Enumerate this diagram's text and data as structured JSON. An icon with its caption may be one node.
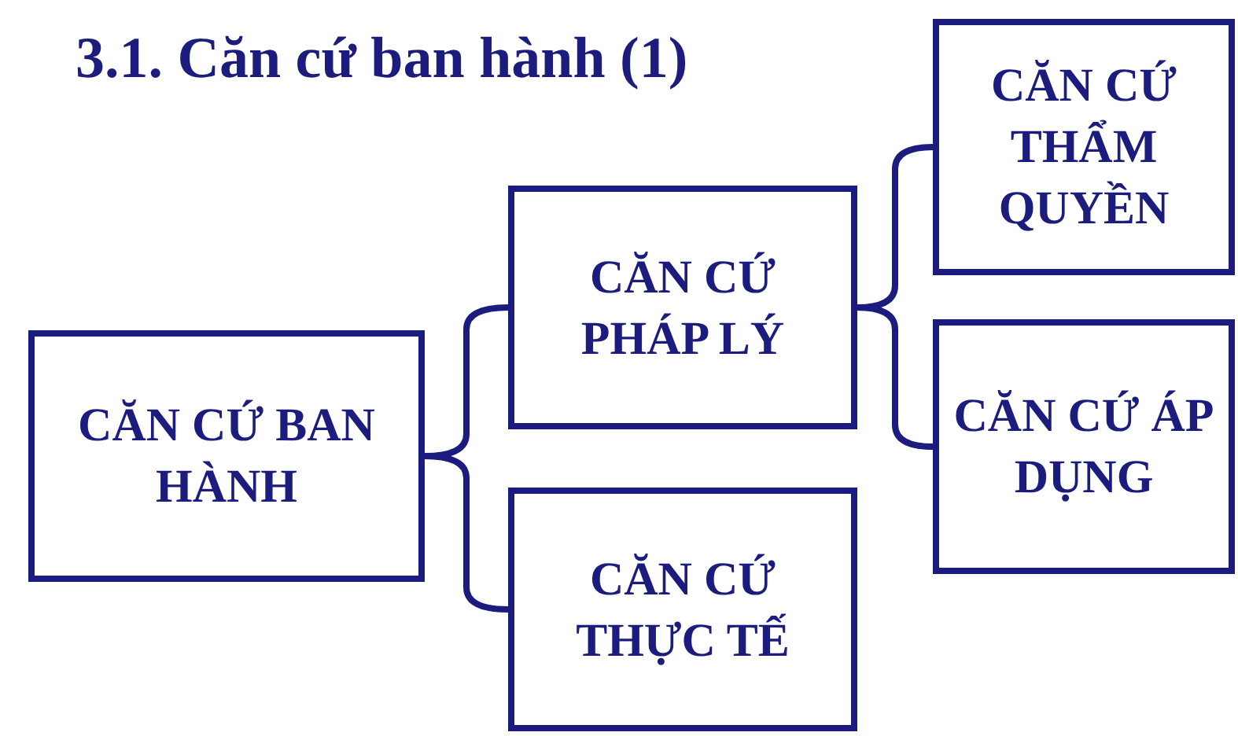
{
  "diagram": {
    "title": "3.1. Căn cứ ban hành (1)",
    "nodes": [
      {
        "text": [
          "CĂN CỨ BAN HÀNH"
        ]
      },
      {
        "text": [
          "CĂN CỨ PHÁP LÝ"
        ]
      },
      {
        "text": [
          "CĂN CỨ THỰC TẾ"
        ]
      },
      {
        "text": [
          "CĂN CỨ THẨM QUYỀN"
        ]
      },
      {
        "text": [
          "CĂN CỨ ÁP DỤNG"
        ]
      }
    ],
    "edges": [
      {
        "from": 0,
        "to": 1,
        "arrow": "none"
      },
      {
        "from": 0,
        "to": 2,
        "arrow": "none"
      },
      {
        "from": 1,
        "to": 3,
        "arrow": "none"
      },
      {
        "from": 1,
        "to": 4,
        "arrow": "none"
      }
    ]
  }
}
